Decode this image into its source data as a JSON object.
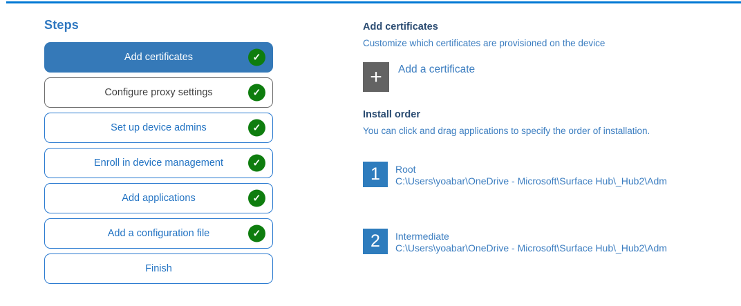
{
  "colors": {
    "top_bar": "#0078d4",
    "selected_step_fill": "#3579b8",
    "step_border_blue": "#2a7ad0",
    "step_text_blue": "#2273c3",
    "gray_step_border": "#6e6e6e",
    "check_green": "#0e7d0e",
    "heading_dark_blue": "#2b4c72",
    "body_blue": "#3b7dc0",
    "order_square_blue": "#2e7cbd",
    "plus_tile_gray": "#636363"
  },
  "steps": {
    "title": "Steps",
    "check_glyph": "✓",
    "items": [
      {
        "label": "Add certificates",
        "state": "selected",
        "checked": true
      },
      {
        "label": "Configure proxy settings",
        "state": "gray-outline",
        "checked": true
      },
      {
        "label": "Set up device admins",
        "state": "normal",
        "checked": true
      },
      {
        "label": "Enroll in device management",
        "state": "normal",
        "checked": true
      },
      {
        "label": "Add applications",
        "state": "normal",
        "checked": true
      },
      {
        "label": "Add a configuration file",
        "state": "normal",
        "checked": true
      },
      {
        "label": "Finish",
        "state": "normal",
        "checked": false
      }
    ]
  },
  "content": {
    "title": "Add certificates",
    "subtitle": "Customize which certificates are provisioned on the device",
    "add_certificate": {
      "icon": "plus-icon",
      "plus_glyph": "+",
      "label": "Add a certificate"
    },
    "install_order": {
      "title": "Install order",
      "description": "You can click and drag applications to specify the order of installation.",
      "items": [
        {
          "order": "1",
          "name": "Root",
          "path": "C:\\Users\\yoabar\\OneDrive - Microsoft\\Surface Hub\\_Hub2\\Adm"
        },
        {
          "order": "2",
          "name": "Intermediate",
          "path": "C:\\Users\\yoabar\\OneDrive - Microsoft\\Surface Hub\\_Hub2\\Adm"
        }
      ]
    }
  }
}
